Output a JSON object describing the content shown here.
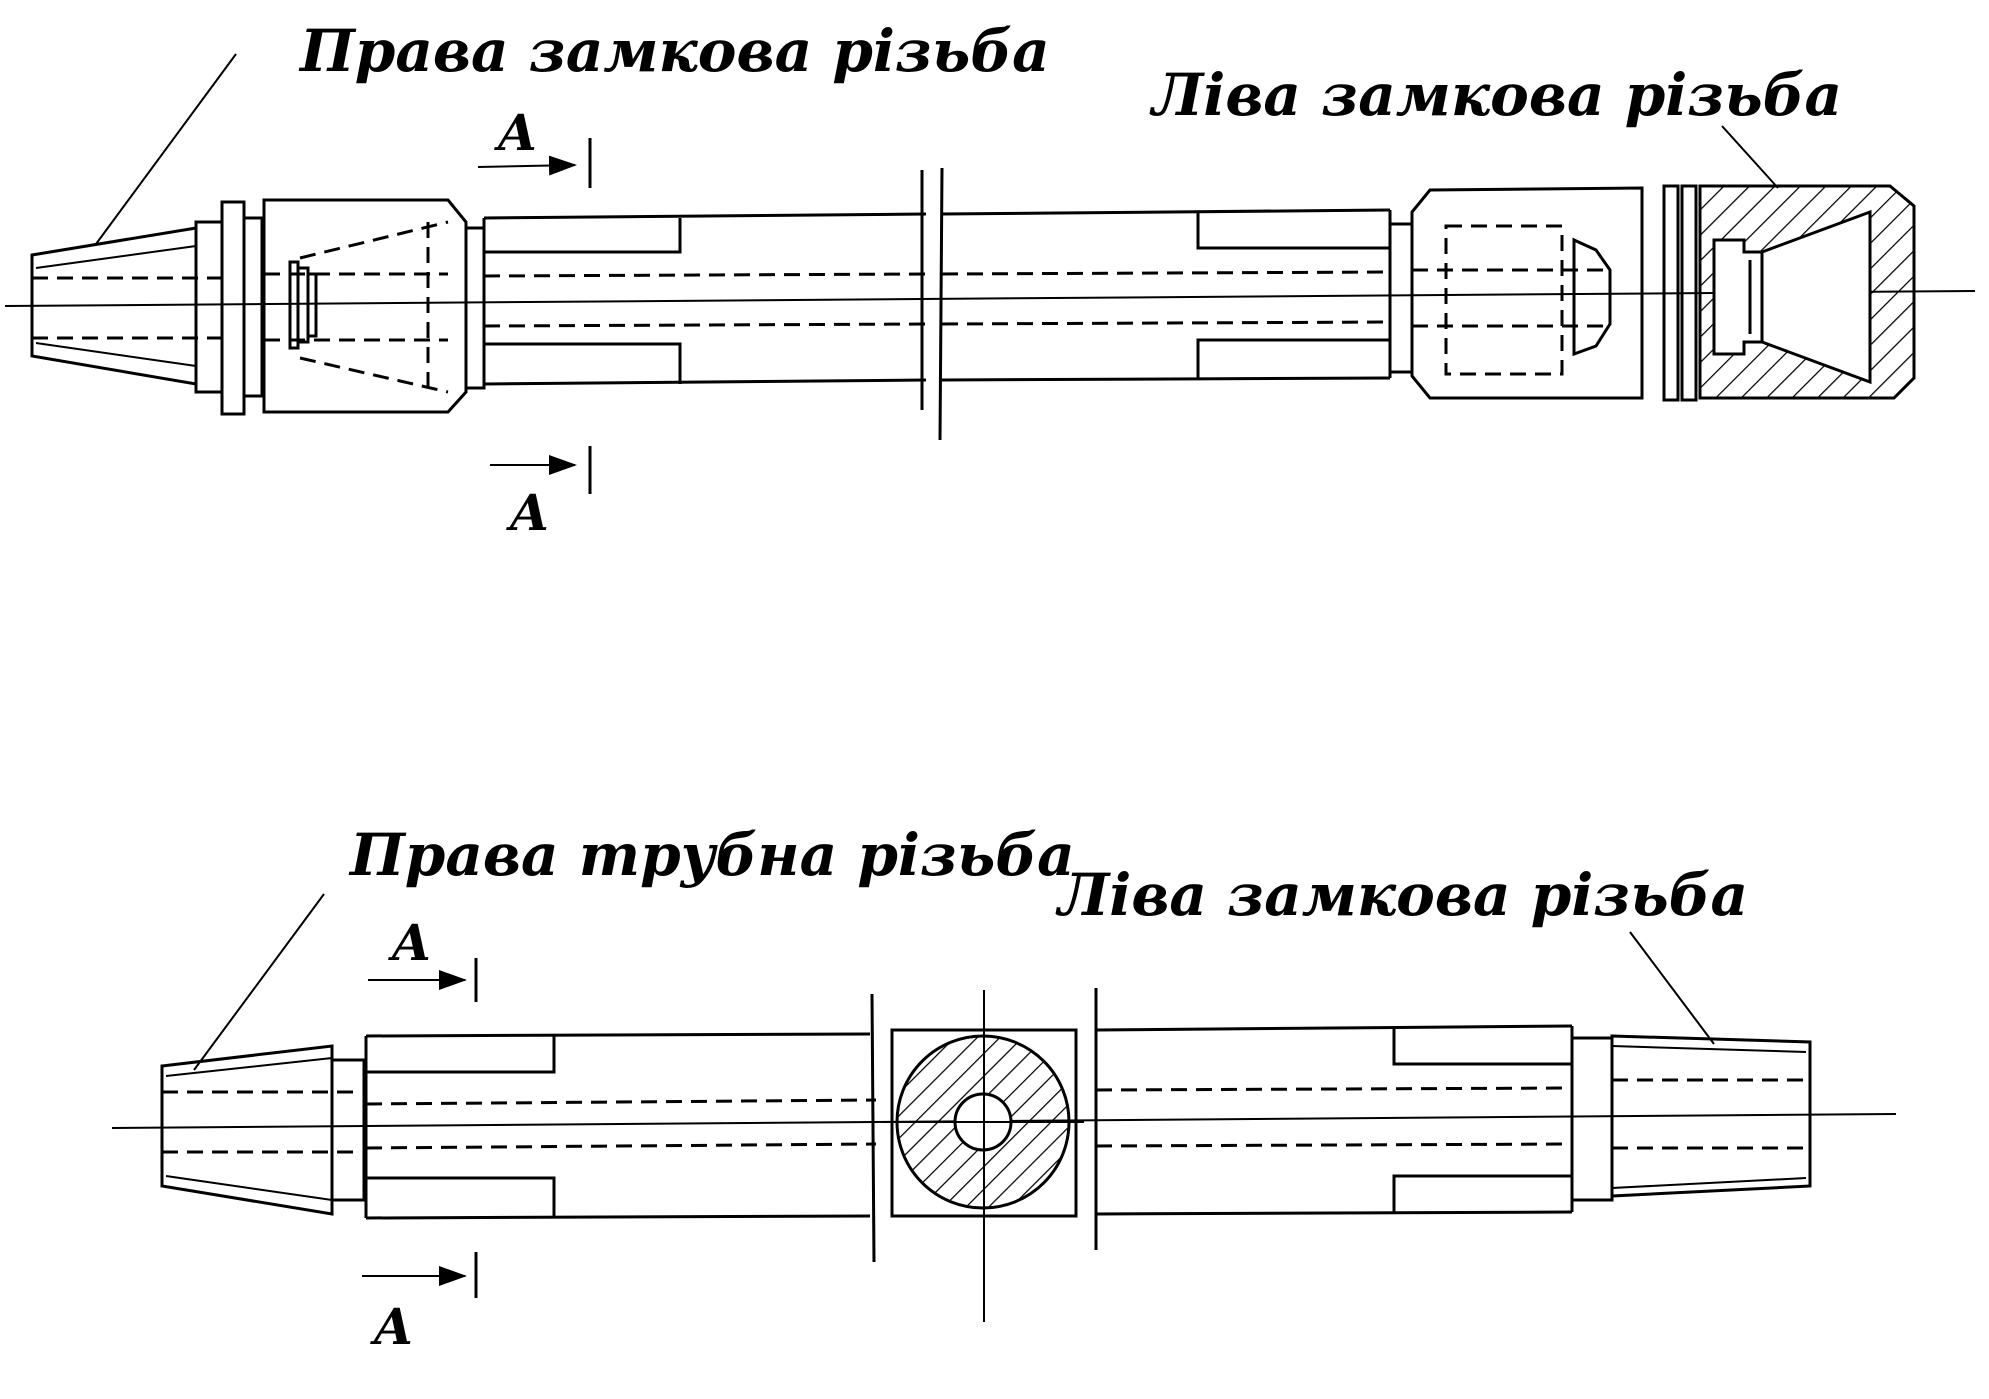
{
  "labels": {
    "top_right_lock_thread": "Права замкова різьба",
    "top_left_lock_thread": "Ліва замкова різьба",
    "bottom_right_pipe_thread": "Права трубна різьба",
    "bottom_left_lock_thread": "Ліва замкова різьба"
  },
  "section_mark": "A"
}
